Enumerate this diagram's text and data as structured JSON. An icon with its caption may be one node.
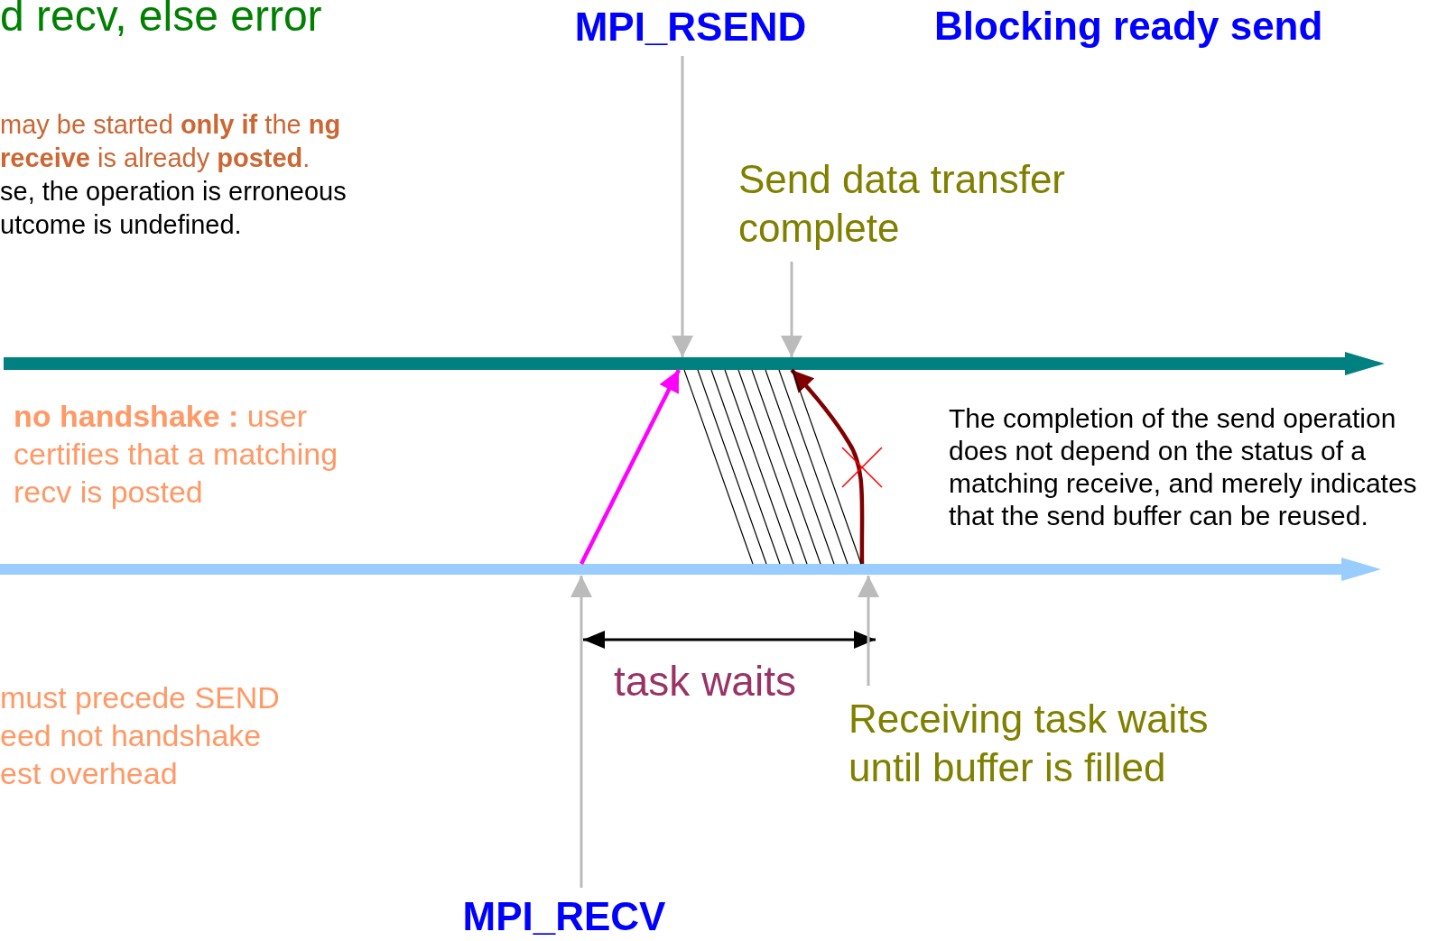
{
  "diagram": {
    "title": "Blocking ready send",
    "nodes": [
      {
        "text": [
          "MPI_RSEND"
        ]
      },
      {
        "text": [
          "Send data transfer complete"
        ]
      },
      {
        "text": [],
        "shape": "bar"
      },
      {
        "text": [],
        "shape": "bar"
      },
      {
        "text": [
          "MPI_RECV"
        ]
      },
      {
        "text": [
          "Receiving task waits until buffer is filled"
        ]
      }
    ],
    "edges": [
      {
        "from": 0,
        "to": 2,
        "arrow": "to",
        "color": "#bbbbbb"
      },
      {
        "from": 1,
        "to": 2,
        "arrow": "to",
        "color": "#bbbbbb"
      },
      {
        "from": 3,
        "to": 2,
        "arrow": "to",
        "style": "thick",
        "color": "#ff00ff"
      },
      {
        "from": 3,
        "to": 2,
        "arrow": "to",
        "style": "thick",
        "color": "#800000"
      },
      {
        "from": 4,
        "to": 3,
        "arrow": "to",
        "color": "#bbbbbb"
      },
      {
        "from": 5,
        "to": 3,
        "arrow": "to",
        "color": "#bbbbbb"
      },
      {
        "from": 2,
        "to": 3,
        "arrow": "none"
      },
      {
        "from": 2,
        "to": 3,
        "arrow": "none"
      },
      {
        "from": 2,
        "to": 3,
        "arrow": "none"
      },
      {
        "from": 2,
        "to": 3,
        "arrow": "none"
      },
      {
        "from": 2,
        "to": 3,
        "arrow": "none"
      },
      {
        "from": 2,
        "to": 3,
        "arrow": "none"
      },
      {
        "from": 2,
        "to": 3,
        "arrow": "none"
      },
      {
        "from": 2,
        "to": 3,
        "arrow": "none"
      },
      {
        "from": 2,
        "to": 3,
        "arrow": "none"
      }
    ],
    "labels": [
      "d recv, else error",
      "may be started **only if** the **ng receive** is already **posted**.",
      "se, the operation is erroneous utcome is undefined.",
      "**no handshake :** user certifies that a matching recv is posted",
      "must precede SEND eed not handshake est overhead",
      "task waits",
      "The completion of the send operation does not depend on the status of a matching receive, and merely indicates that the send buffer can be reused."
    ]
  }
}
